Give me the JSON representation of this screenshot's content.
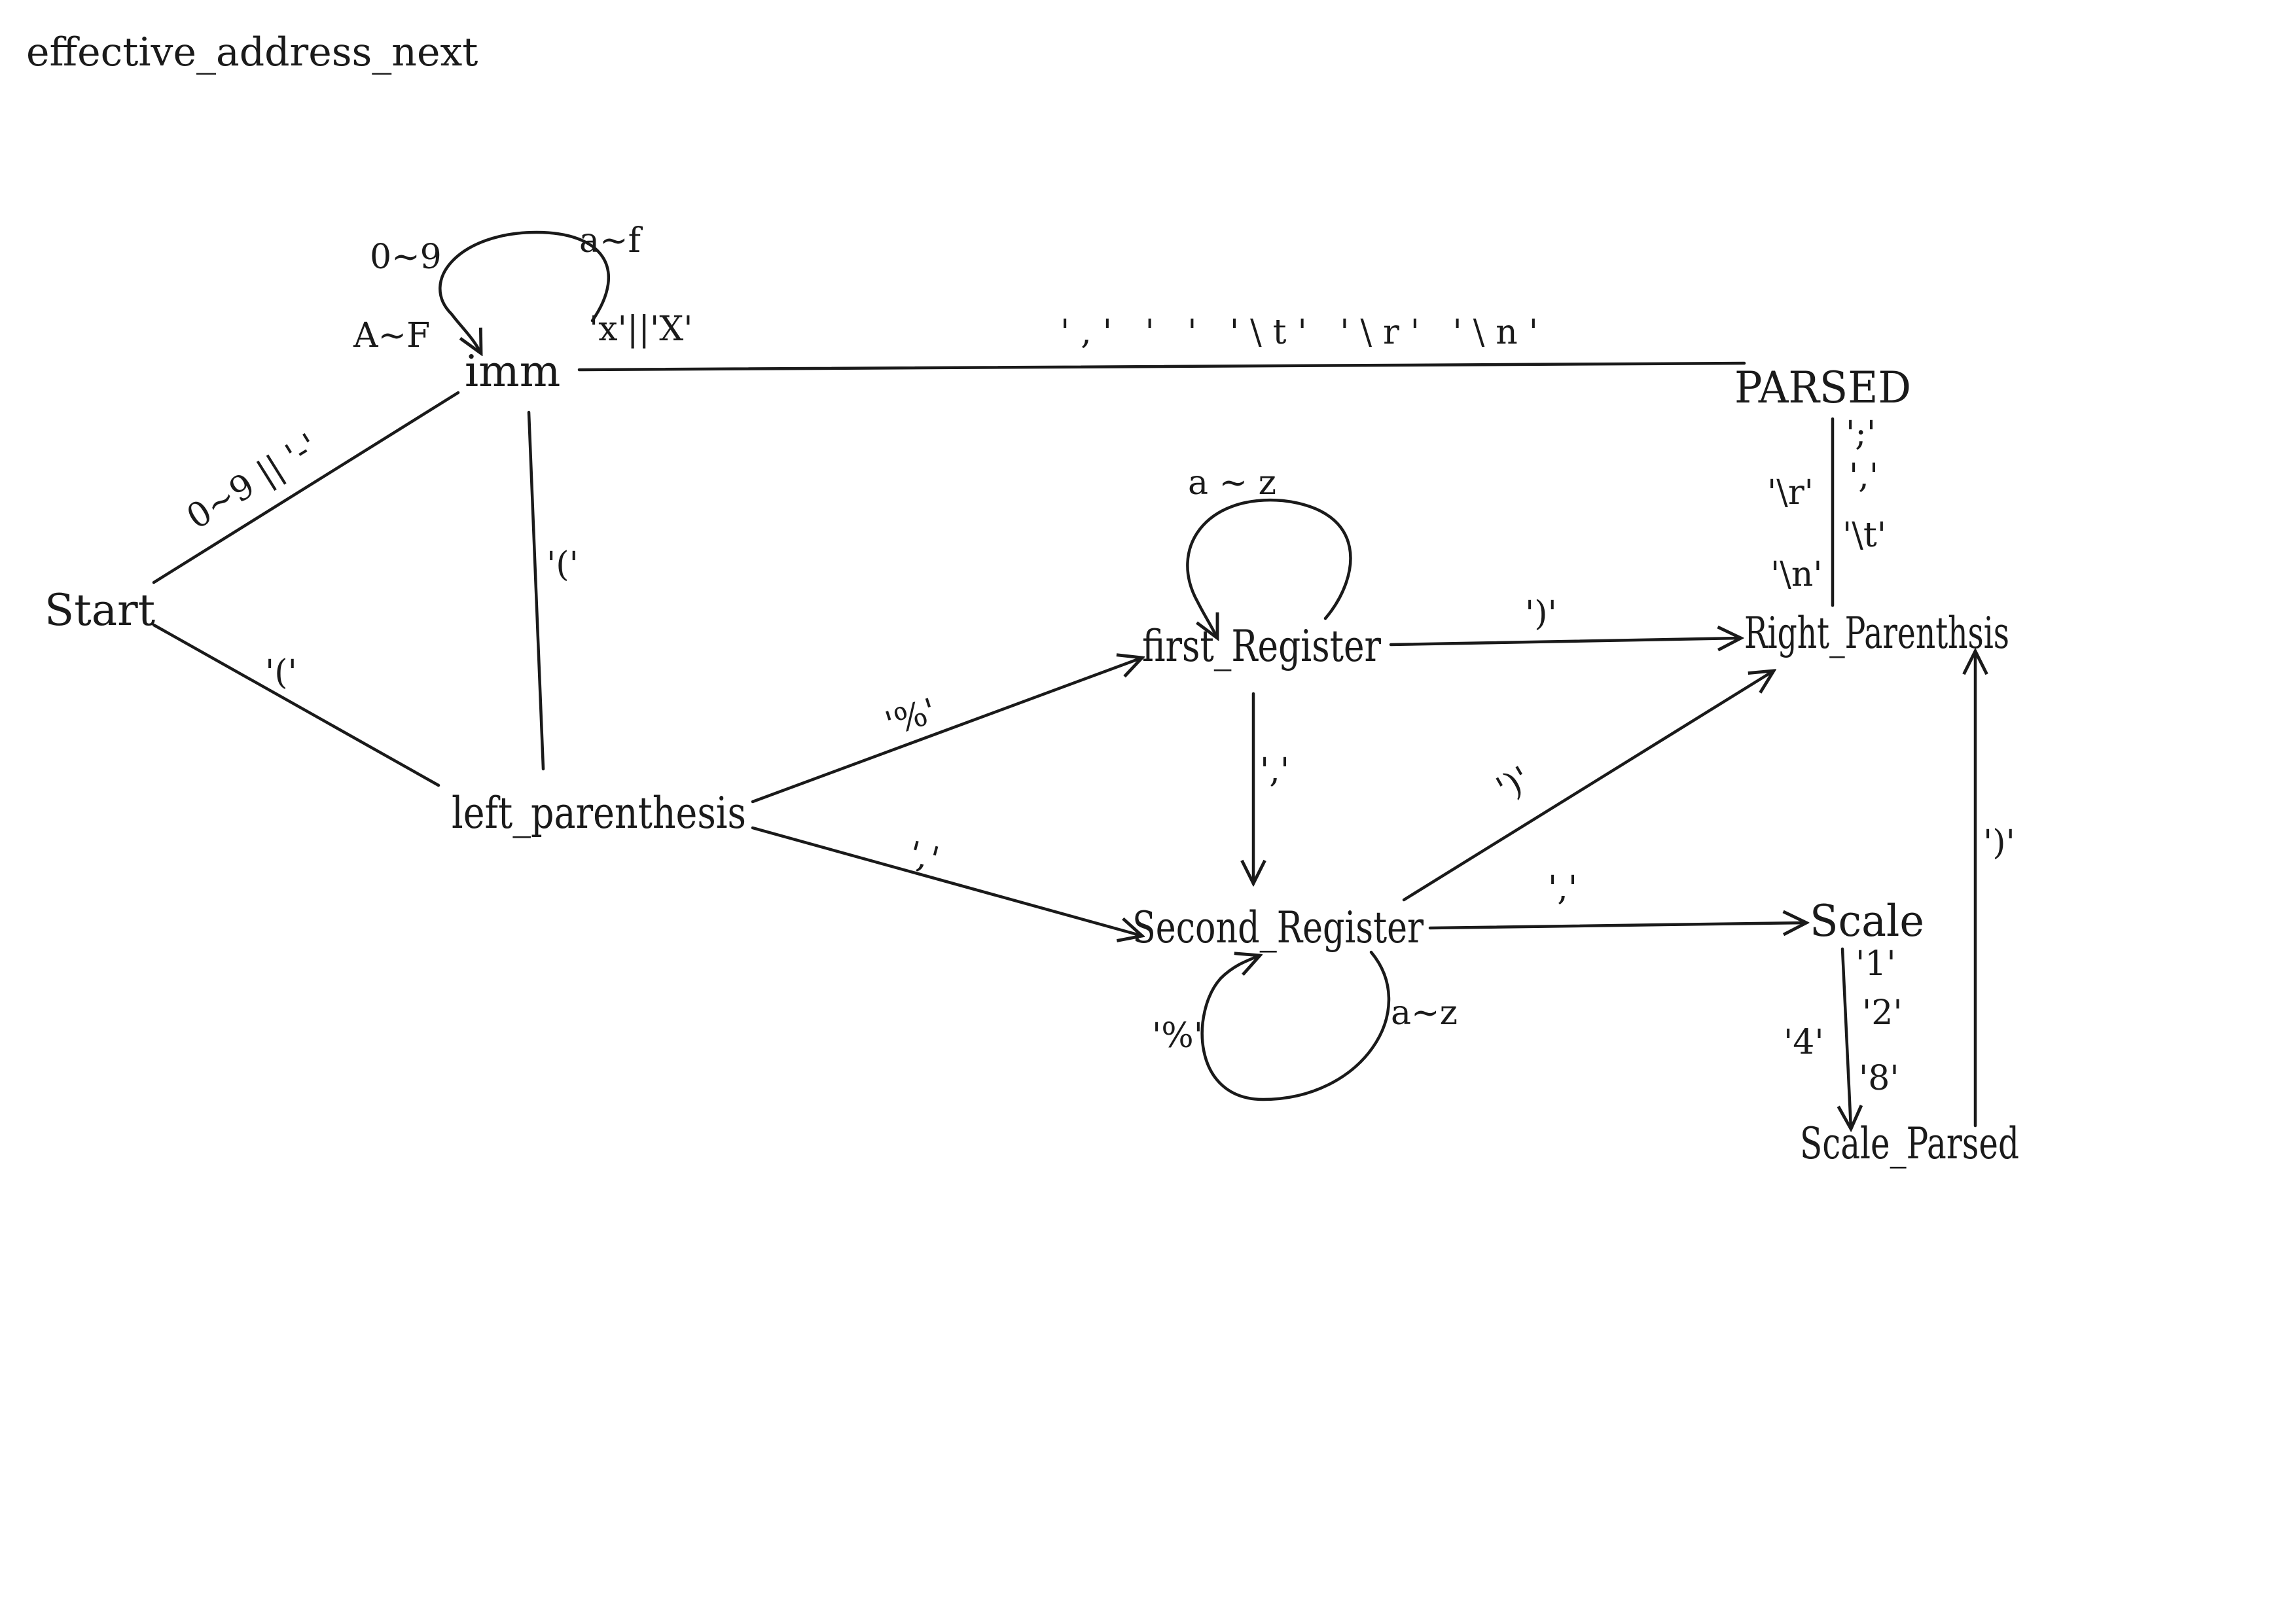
{
  "title": "effective_address_next",
  "nodes": {
    "start": "Start",
    "imm": "imm",
    "parsed": "PARSED",
    "left_parenthesis": "left_parenthesis",
    "first_register": "first_Register",
    "right_parenthesis": "Right_Parenthsis",
    "second_register": "Second_Register",
    "scale": "Scale",
    "scale_parsed": "Scale_Parsed"
  },
  "edges": {
    "imm_loop": [
      "0~9",
      "a~f",
      "A~F",
      "'x'||'X'"
    ],
    "start_imm": "0~9 || '-'",
    "start_left": "'('",
    "imm_left": "'('",
    "imm_parsed": "',' ' ' '\\t' '\\r' '\\n'",
    "parsed_right": [
      "'\\r'",
      "'\\n'",
      "';'",
      "','",
      "'\\t'"
    ],
    "first_loop": "a ~ z",
    "left_first": "'%'",
    "left_second": "','",
    "first_right": "')'",
    "first_second": "','",
    "second_right": "')'",
    "second_loop": [
      "'%'",
      "a~z"
    ],
    "second_scale": "','",
    "scale_parsed": [
      "'1'",
      "'2'",
      "'4'",
      "'8'"
    ],
    "scale_parsed_right": "')'"
  }
}
